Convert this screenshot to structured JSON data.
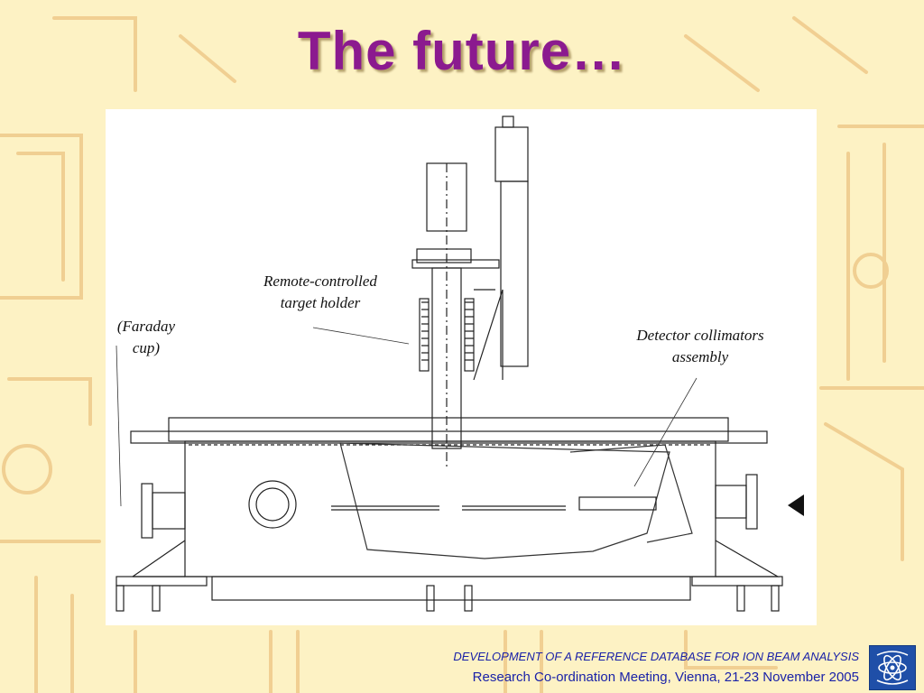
{
  "slide": {
    "title": "The future…"
  },
  "labels": {
    "target_holder": [
      "Remote-controlled",
      "target holder"
    ],
    "faraday_cup": [
      "(Faraday",
      "cup)"
    ],
    "detector": [
      "Detector collimators",
      "assembly"
    ]
  },
  "footer": {
    "line1": "DEVELOPMENT OF A REFERENCE DATABASE FOR ION BEAM ANALYSIS",
    "line2": "Research Co-ordination Meeting, Vienna, 21-23 November 2005"
  },
  "colors": {
    "title": "#8b1a8f",
    "background": "#fdf2c4",
    "sketch": "#eec98a",
    "footer_text": "#1a22a8",
    "logo": "#1f4fa8"
  },
  "icons": {
    "logo": "iaea-atom-logo-icon",
    "arrow": "beam-direction-arrow-icon"
  }
}
